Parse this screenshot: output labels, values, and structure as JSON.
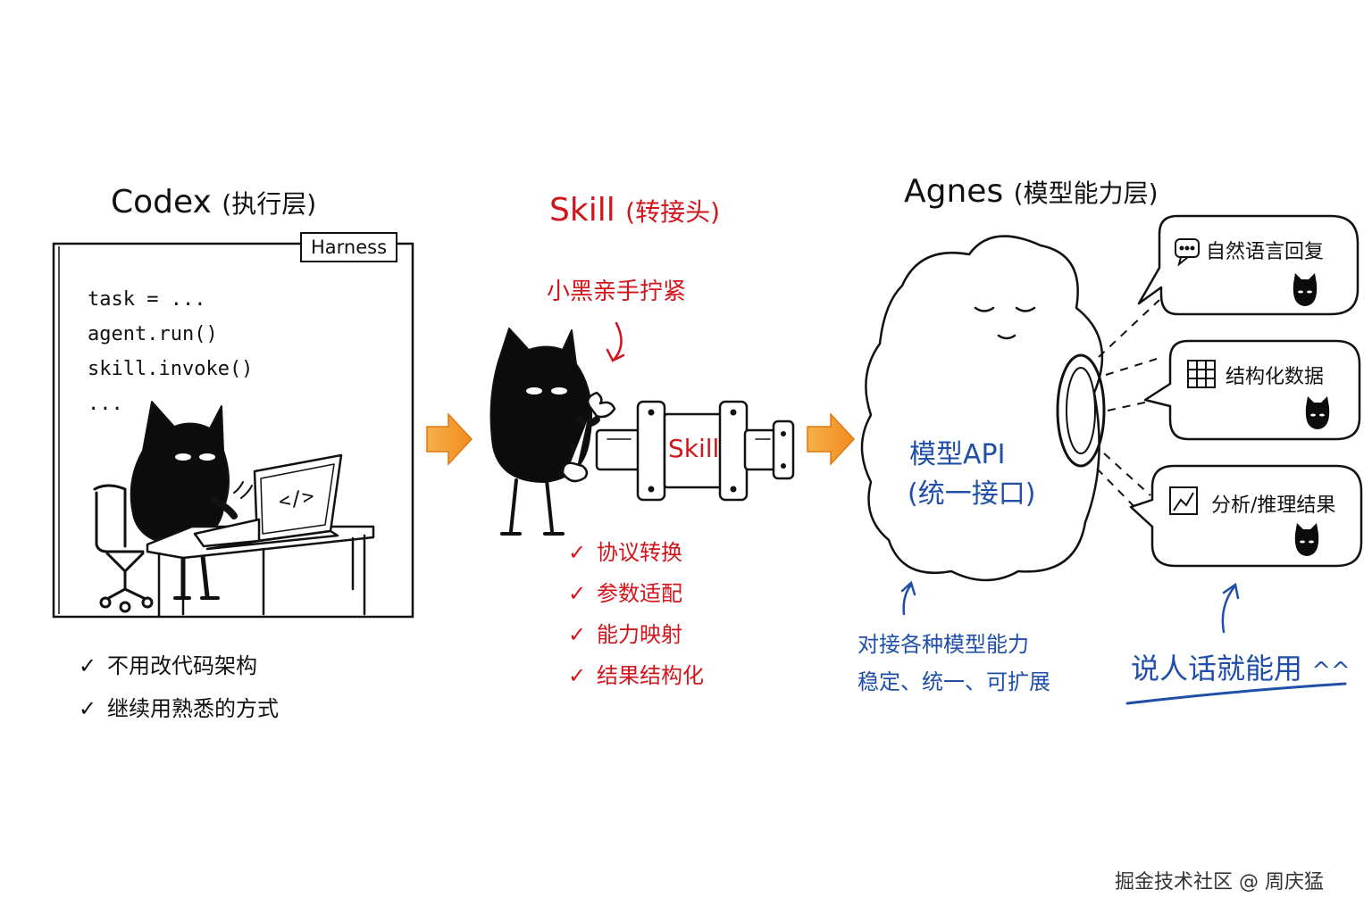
{
  "codex": {
    "title": "Codex",
    "subtitle": "(执行层)",
    "badge": "Harness",
    "code_lines": [
      "task = ...",
      "agent.run()",
      "skill.invoke()",
      "..."
    ],
    "screen_code": "</>",
    "checks": [
      "不用改代码架构",
      "继续用熟悉的方式"
    ]
  },
  "skill": {
    "title": "Skill",
    "subtitle": "(转接头)",
    "note": "小黑亲手拧紧",
    "adapter_label": "Skill",
    "checks": [
      "协议转换",
      "参数适配",
      "能力映射",
      "结果结构化"
    ]
  },
  "agnes": {
    "title": "Agnes",
    "subtitle": "(模型能力层)",
    "api_line1": "模型API",
    "api_line2": "(统一接口)",
    "note_line1": "对接各种模型能力",
    "note_line2": "稳定、统一、可扩展"
  },
  "outputs": [
    {
      "label": "自然语言回复",
      "icon": "chat-bubble-icon"
    },
    {
      "label": "结构化数据",
      "icon": "table-icon"
    },
    {
      "label": "分析/推理结果",
      "icon": "line-chart-icon"
    }
  ],
  "slogan": "说人话就能用",
  "slogan_face": "^^",
  "check_mark": "✓",
  "footer": "掘金技术社区 @ 周庆猛",
  "colors": {
    "red": "#d2141b",
    "blue": "#1f4fa8",
    "arrow": "#f39c2a",
    "ink": "#111111"
  }
}
